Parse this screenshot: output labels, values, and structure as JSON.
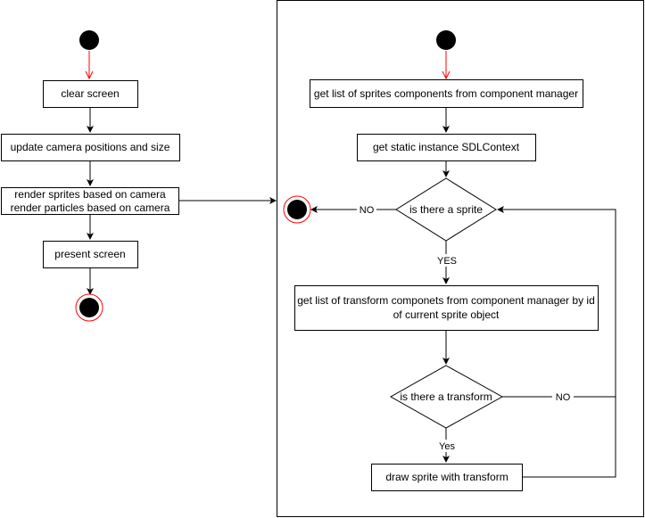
{
  "colors": {
    "line": "#000000",
    "start_arrow": "#ff0000",
    "end_ring": "#ff0000",
    "node_fill": "#000000",
    "box_fill": "#ffffff"
  },
  "left_flow": {
    "clear_screen": "clear screen",
    "update_camera": "update camera positions and size",
    "render_line1": "render sprites based on camera",
    "render_line2": "render particles based on camera",
    "present_screen": "present screen"
  },
  "right_flow": {
    "get_sprites": "get list of sprites components from component manager",
    "get_context": "get static instance SDLContext",
    "decision_sprite": "is there a sprite",
    "no_label_sprite": "NO",
    "yes_label_sprite": "YES",
    "get_transforms_line1": "get list of transform componets from component manager by id",
    "get_transforms_line2": "of current sprite object",
    "decision_transform": "is there a transform",
    "no_label_transform": "NO",
    "yes_label_transform": "Yes",
    "draw_sprite": "draw sprite with transform"
  }
}
